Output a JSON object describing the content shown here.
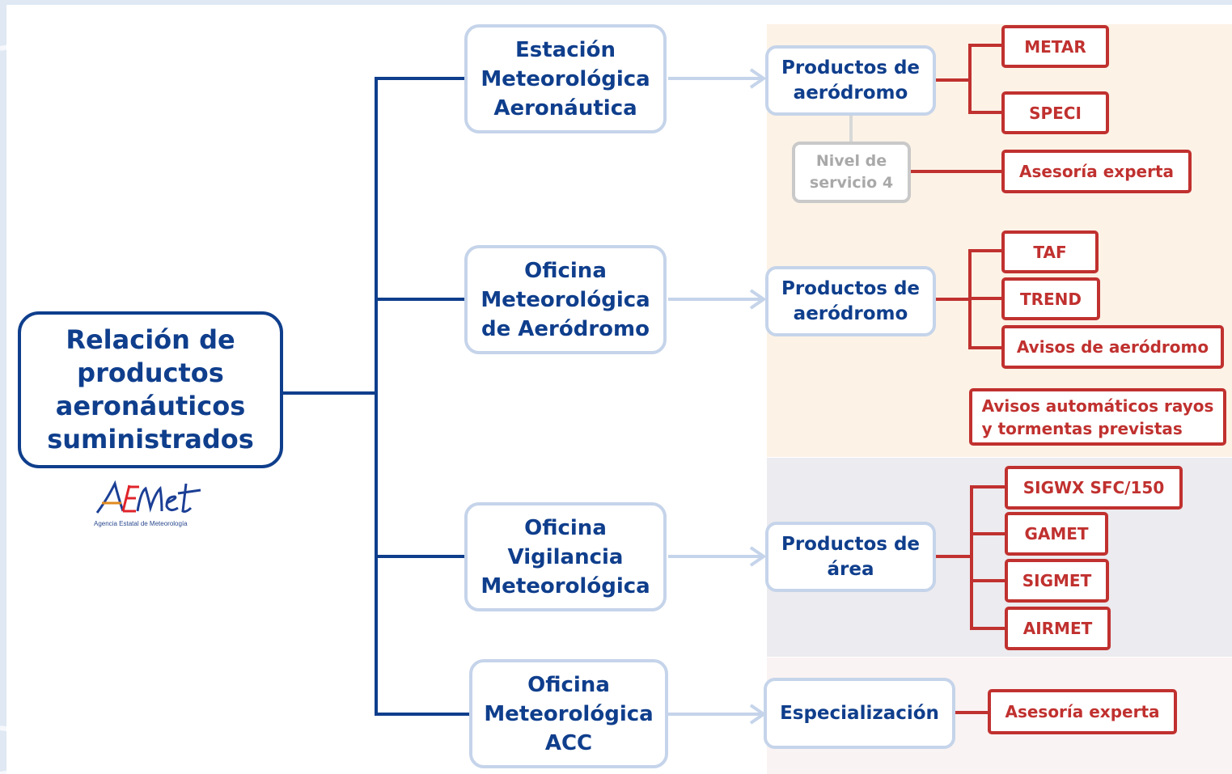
{
  "root": {
    "label": "Relación de\nproductos\naeronáuticos\nsuministrados"
  },
  "logo": {
    "wordmark": "AEMet",
    "caption": "Agencia Estatal de Meteorología"
  },
  "offices": [
    {
      "label": "Estación\nMeteorológica\nAeronáutica"
    },
    {
      "label": "Oficina\nMeteorológica\nde Aeródromo"
    },
    {
      "label": "Oficina\nVigilancia\nMeteorológica"
    },
    {
      "label": "Oficina\nMeteorológica\nACC"
    }
  ],
  "products": [
    {
      "label": "Productos de\naeródromo"
    },
    {
      "label": "Productos de\naeródromo"
    },
    {
      "label": "Productos de\nárea"
    },
    {
      "label": "Especialización"
    }
  ],
  "service_level": {
    "label": "Nivel de\nservicio 4"
  },
  "outputs": {
    "metar": "METAR",
    "speci": "SPECI",
    "asesoria_1": "Asesoría experta",
    "taf": "TAF",
    "trend": "TREND",
    "avisos_aerodromo": "Avisos de aeródromo",
    "avisos_rayos": "Avisos automáticos rayos\ny tormentas previstas",
    "sigwx": "SIGWX SFC/150",
    "gamet": "GAMET",
    "sigmet": "SIGMET",
    "airmet": "AIRMET",
    "asesoria_2": "Asesoría experta"
  },
  "colors": {
    "navy": "#0f3e8c",
    "light_blue": "#c5d4ea",
    "red": "#c0312f",
    "grey": "#c9c9c9",
    "band_1": "#fcf2e6",
    "band_2": "#ecebef",
    "band_3": "#faf3f3"
  }
}
